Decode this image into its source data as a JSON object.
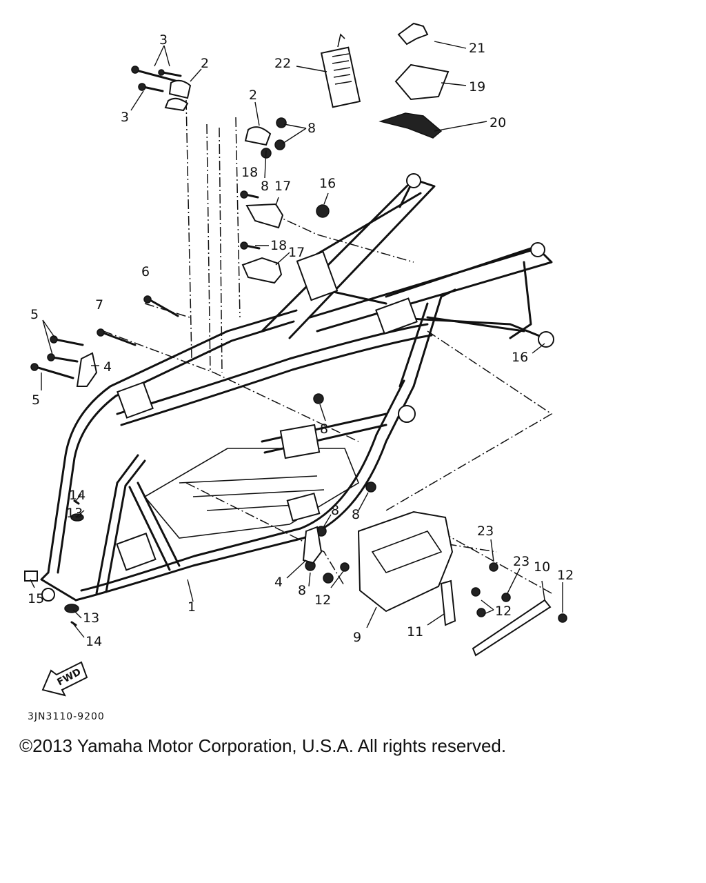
{
  "diagram": {
    "part_number": "3JN3110-9200",
    "copyright": "©2013 Yamaha Motor Corporation, U.S.A. All rights reserved.",
    "fwd_label": "FWD",
    "callouts": {
      "c1": "1",
      "c2a": "2",
      "c2b": "2",
      "c3a": "3",
      "c3b": "3",
      "c4a": "4",
      "c4b": "4",
      "c5a": "5",
      "c5b": "5",
      "c6": "6",
      "c7": "7",
      "c8a": "8",
      "c8b": "8",
      "c8c": "8",
      "c8d": "8",
      "c8e": "8",
      "c8f": "8",
      "c9": "9",
      "c10": "10",
      "c11": "11",
      "c12a": "12",
      "c12b": "12",
      "c12c": "12",
      "c13a": "13",
      "c13b": "13",
      "c14a": "14",
      "c14b": "14",
      "c15": "15",
      "c16a": "16",
      "c16b": "16",
      "c17a": "17",
      "c17b": "17",
      "c18a": "18",
      "c18b": "18",
      "c19": "19",
      "c20": "20",
      "c21": "21",
      "c22": "22",
      "c23a": "23",
      "c23b": "23"
    }
  }
}
